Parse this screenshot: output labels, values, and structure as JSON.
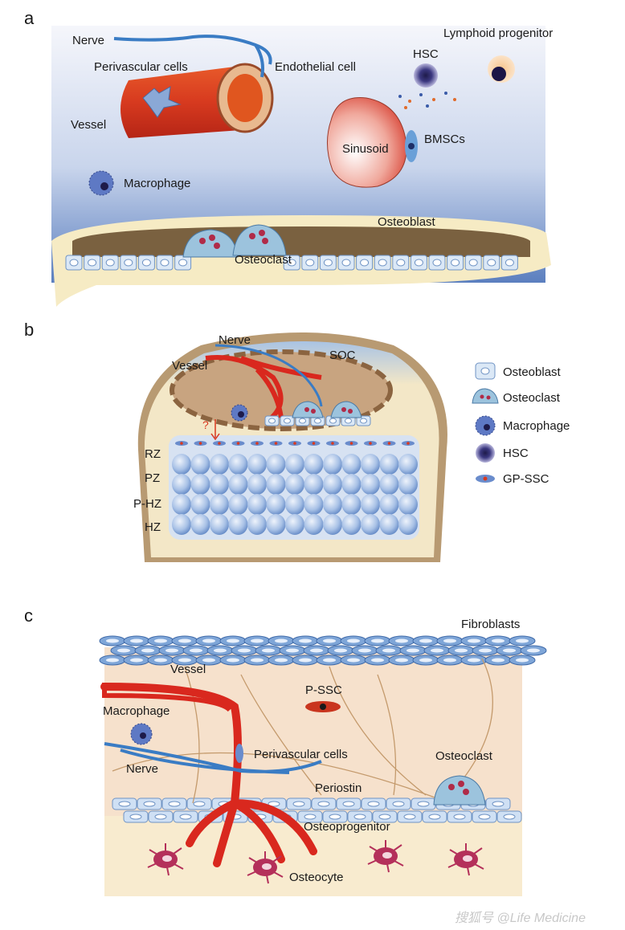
{
  "figure": {
    "panels": [
      {
        "letter": "a",
        "labels": {
          "nerve": "Nerve",
          "perivascular_cells": "Perivascular cells",
          "endothelial_cell": "Endothelial cell",
          "vessel": "Vessel",
          "hsc": "HSC",
          "lymphoid_progenitor": "Lymphoid progenitor",
          "sinusoid": "Sinusoid",
          "bmscs": "BMSCs",
          "macrophage": "Macrophage",
          "osteoblast": "Osteoblast",
          "osteoclast": "Osteoclast"
        }
      },
      {
        "letter": "b",
        "labels": {
          "nerve": "Nerve",
          "vessel": "Vessel",
          "soc": "SOC",
          "question": "?",
          "rz": "RZ",
          "pz": "PZ",
          "phz": "P-HZ",
          "hz": "HZ"
        },
        "legend": [
          {
            "icon": "osteoblast-icon",
            "label": "Osteoblast"
          },
          {
            "icon": "osteoclast-icon",
            "label": "Osteoclast"
          },
          {
            "icon": "macrophage-icon",
            "label": "Macrophage"
          },
          {
            "icon": "hsc-icon",
            "label": "HSC"
          },
          {
            "icon": "gp-ssc-icon",
            "label": "GP-SSC"
          }
        ]
      },
      {
        "letter": "c",
        "labels": {
          "fibroblasts": "Fibroblasts",
          "vessel": "Vessel",
          "pssc": "P-SSC",
          "macrophage": "Macrophage",
          "nerve": "Nerve",
          "perivascular_cells": "Perivascular cells",
          "osteoclast": "Osteoclast",
          "periostin": "Periostin",
          "osteoprogenitor": "Osteoprogenitor",
          "osteocyte": "Osteocyte"
        }
      }
    ],
    "watermark": "搜狐号 @Life Medicine",
    "colors": {
      "vessel_red": "#d9381e",
      "nerve_blue": "#3a7cc4",
      "bone_cream": "#f6ebc4",
      "marrow_blue": "#7e9cd0",
      "cartilage_blue": "#a9c4e6",
      "periosteum_peach": "#f6e1cc",
      "osteocyte_magenta": "#b4305a"
    }
  }
}
